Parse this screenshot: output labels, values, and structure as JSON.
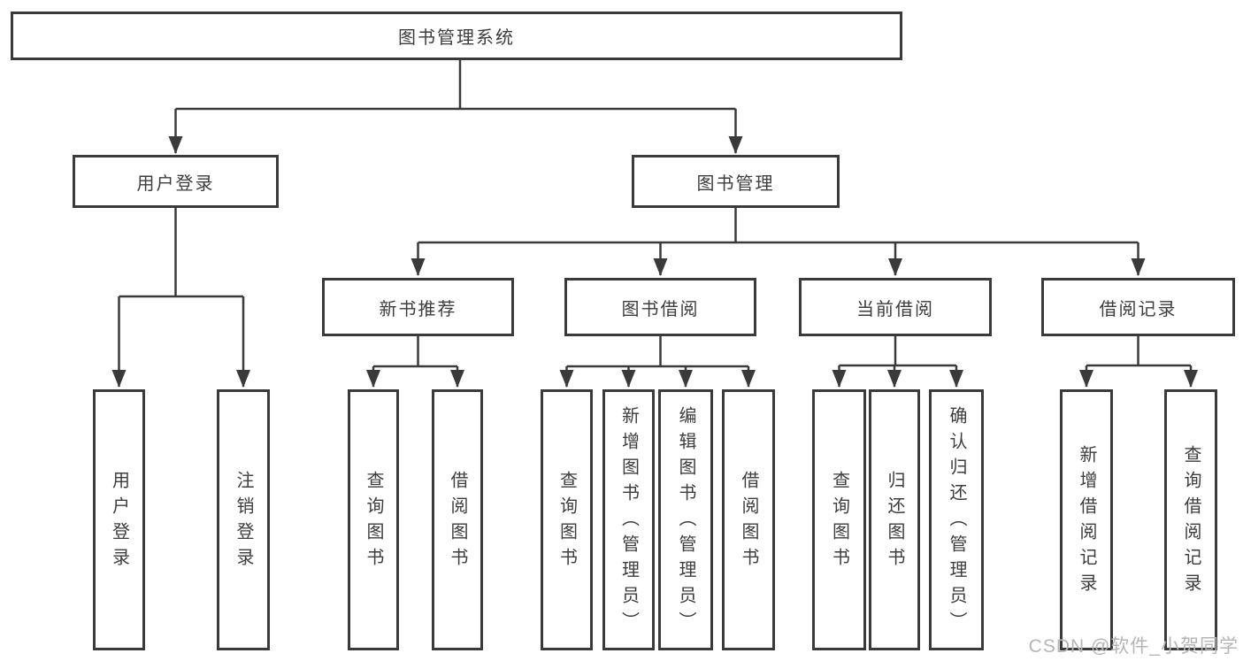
{
  "page": {
    "background": "#ffffff",
    "line_color": "#3a3a3a",
    "border_color": "#3a3a3a"
  },
  "tree": {
    "root": {
      "label": "图书管理系统"
    },
    "branches": [
      {
        "label": "用户登录",
        "children": [
          {
            "label": "用户登录"
          },
          {
            "label": "注销登录"
          }
        ]
      },
      {
        "label": "图书管理",
        "children": [
          {
            "label": "新书推荐",
            "children": [
              {
                "label": "查询图书"
              },
              {
                "label": "借阅图书"
              }
            ]
          },
          {
            "label": "图书借阅",
            "children": [
              {
                "label": "查询图书"
              },
              {
                "label": "新增图书（管理员）"
              },
              {
                "label": "编辑图书（管理员）"
              },
              {
                "label": "借阅图书"
              }
            ]
          },
          {
            "label": "当前借阅",
            "children": [
              {
                "label": "查询图书"
              },
              {
                "label": "归还图书"
              },
              {
                "label": "确认归还（管理员）"
              }
            ]
          },
          {
            "label": "借阅记录",
            "children": [
              {
                "label": "新增借阅记录"
              },
              {
                "label": "查询借阅记录"
              }
            ]
          }
        ]
      }
    ]
  },
  "watermark": {
    "text": "CSDN @软件_小贺同学",
    "color": "#b5b5b5"
  }
}
